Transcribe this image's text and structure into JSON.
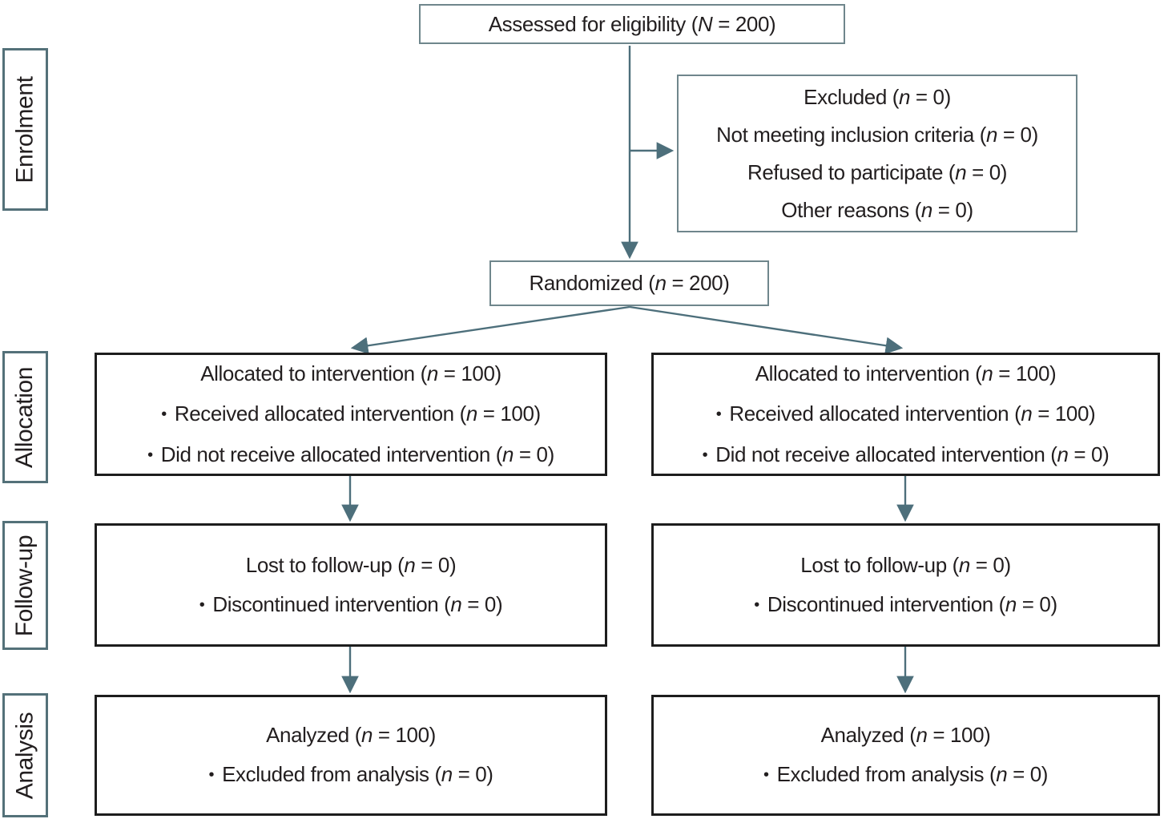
{
  "diagram": {
    "type": "consort-flowchart",
    "stages": [
      {
        "id": "enrolment",
        "label": "Enrolment"
      },
      {
        "id": "allocation",
        "label": "Allocation"
      },
      {
        "id": "followup",
        "label": "Follow-up"
      },
      {
        "id": "analysis",
        "label": "Analysis"
      }
    ],
    "boxes": {
      "assessed": {
        "lines": [
          {
            "text": "Assessed for eligibility (N = 200)",
            "bullet": false
          }
        ]
      },
      "excluded": {
        "lines": [
          {
            "text": "Excluded (n = 0)",
            "bullet": false
          },
          {
            "text": "Not meeting inclusion criteria (n = 0)",
            "bullet": false
          },
          {
            "text": "Refused to participate (n = 0)",
            "bullet": false
          },
          {
            "text": "Other reasons (n = 0)",
            "bullet": false
          }
        ]
      },
      "randomized": {
        "lines": [
          {
            "text": "Randomized (n = 200)",
            "bullet": false
          }
        ]
      },
      "alloc_left": {
        "lines": [
          {
            "text": "Allocated to intervention (n = 100)",
            "bullet": false
          },
          {
            "text": "Received allocated intervention (n = 100)",
            "bullet": true
          },
          {
            "text": "Did not receive allocated intervention (n = 0)",
            "bullet": true
          }
        ]
      },
      "alloc_right": {
        "lines": [
          {
            "text": "Allocated to intervention (n = 100)",
            "bullet": false
          },
          {
            "text": "Received allocated intervention (n = 100)",
            "bullet": true
          },
          {
            "text": "Did not receive allocated intervention (n = 0)",
            "bullet": true
          }
        ]
      },
      "followup_left": {
        "lines": [
          {
            "text": "Lost to follow-up (n = 0)",
            "bullet": false
          },
          {
            "text": "Discontinued intervention (n = 0)",
            "bullet": true
          }
        ]
      },
      "followup_right": {
        "lines": [
          {
            "text": "Lost to follow-up (n = 0)",
            "bullet": false
          },
          {
            "text": "Discontinued intervention (n = 0)",
            "bullet": true
          }
        ]
      },
      "analysis_left": {
        "lines": [
          {
            "text": "Analyzed (n = 100)",
            "bullet": false
          },
          {
            "text": "Excluded from analysis (n = 0)",
            "bullet": true
          }
        ]
      },
      "analysis_right": {
        "lines": [
          {
            "text": "Analyzed (n = 100)",
            "bullet": false
          },
          {
            "text": "Excluded from analysis (n = 0)",
            "bullet": true
          }
        ]
      }
    },
    "colors": {
      "arrow": "#4d6f7b",
      "flow_box_border": "#6f868c",
      "main_box_border": "#1d1d1d",
      "stage_label_border": "#547179",
      "text": "#221e1f",
      "background": "#ffffff"
    }
  }
}
